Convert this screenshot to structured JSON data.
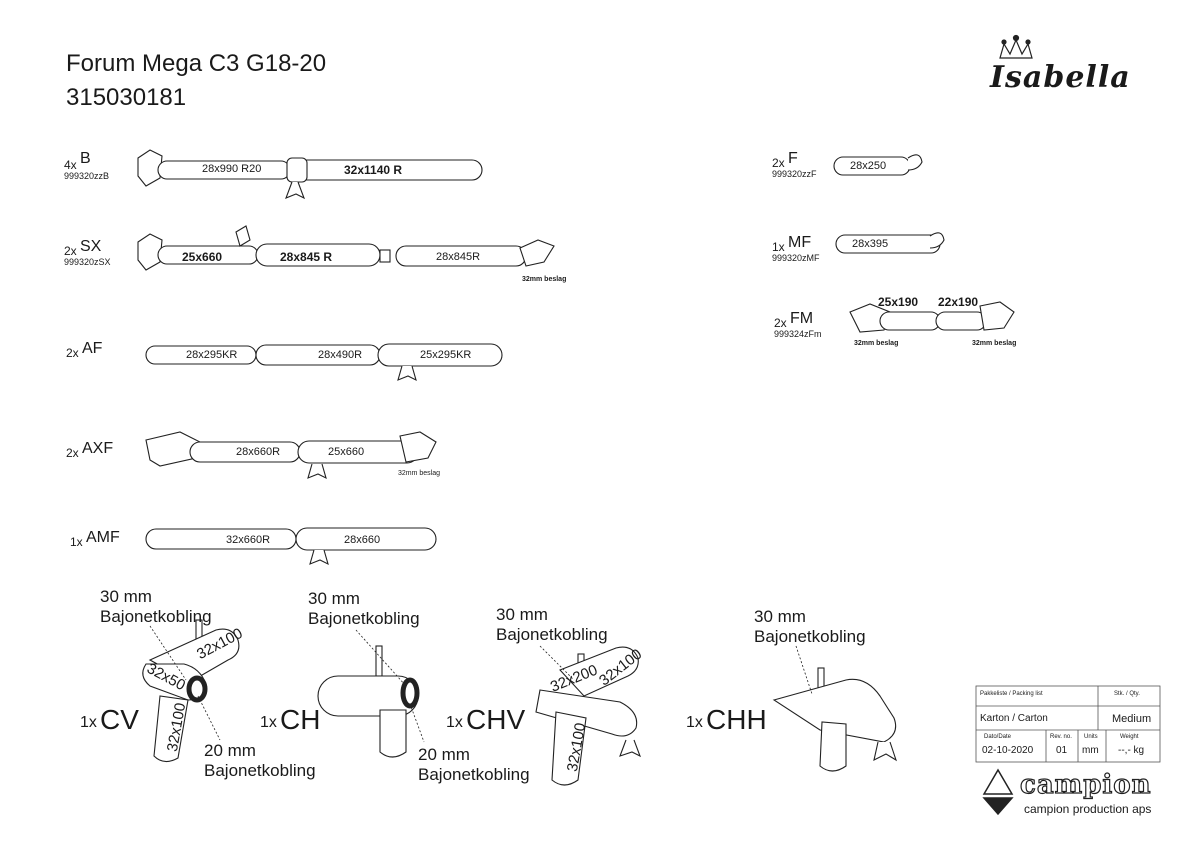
{
  "header": {
    "title": "Forum Mega C3 G18-20",
    "number": "315030181"
  },
  "brand": {
    "logo_text": "Isabella"
  },
  "parts": [
    {
      "id": "B",
      "qty": "4x",
      "code": "999320zzB",
      "segments": [
        "28x990 R20",
        "32x1140 R"
      ]
    },
    {
      "id": "SX",
      "qty": "2x",
      "code": "999320zSX",
      "segments": [
        "25x660",
        "28x845 R",
        "28x845R"
      ],
      "note": "32mm beslag"
    },
    {
      "id": "AF",
      "qty": "2x",
      "code": "",
      "segments": [
        "28x295KR",
        "28x490R",
        "25x295KR"
      ]
    },
    {
      "id": "AXF",
      "qty": "2x",
      "code": "",
      "segments": [
        "28x660R",
        "25x660"
      ],
      "note": "32mm beslag"
    },
    {
      "id": "AMF",
      "qty": "1x",
      "code": "",
      "segments": [
        "32x660R",
        "28x660"
      ]
    },
    {
      "id": "F",
      "qty": "2x",
      "code": "999320zzF",
      "segments": [
        "28x250"
      ]
    },
    {
      "id": "MF",
      "qty": "1x",
      "code": "999320zMF",
      "segments": [
        "28x395"
      ]
    },
    {
      "id": "FM",
      "qty": "2x",
      "code": "999324zFm",
      "segments": [
        "25x190",
        "22x190"
      ],
      "note_left": "32mm beslag",
      "note_right": "32mm beslag"
    }
  ],
  "connectors": [
    {
      "id": "CV",
      "qty": "1x",
      "top_note": [
        "30 mm",
        "Bajonetkobling"
      ],
      "bottom_note": [
        "20 mm",
        "Bajonetkobling"
      ],
      "labels": [
        "32x100",
        "32x50",
        "32x100"
      ]
    },
    {
      "id": "CH",
      "qty": "1x",
      "top_note": [
        "30 mm",
        "Bajonetkobling"
      ],
      "bottom_note": [
        "20 mm",
        "Bajonetkobling"
      ]
    },
    {
      "id": "CHV",
      "qty": "1x",
      "top_note": [
        "30 mm",
        "Bajonetkobling"
      ],
      "labels": [
        "32x100",
        "32x200",
        "32x100"
      ]
    },
    {
      "id": "CHH",
      "qty": "1x",
      "top_note": [
        "30 mm",
        "Bajonetkobling"
      ]
    }
  ],
  "packing": {
    "header_left": "Pakkeliste / Packing list",
    "header_right": "Stk. / Qty.",
    "item": "Karton / Carton",
    "item_qty": "Medium",
    "date_label": "Dato/Date",
    "rev_label": "Rev. no.",
    "units_label": "Units",
    "weight_label": "Weight",
    "date": "02-10-2020",
    "rev": "01",
    "units": "mm",
    "weight": "--,- kg"
  },
  "footer_brand": {
    "name": "campion",
    "sub": "campion production aps"
  }
}
